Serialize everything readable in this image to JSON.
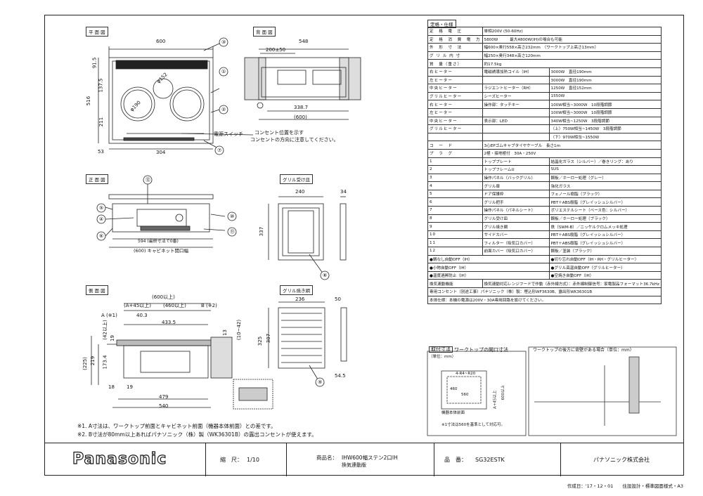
{
  "views": {
    "plan": "平 面 図",
    "back": "背 面 図",
    "front": "正 面 図",
    "grill_tray": "グリル受け皿",
    "side": "側 面 図",
    "grill_drawer": "グリル焼き網"
  },
  "dims": {
    "w600": "600",
    "w548": "548",
    "d516": "516",
    "d91_5": "91.5",
    "d137_5": "137.5",
    "d211": "211",
    "d53": "53",
    "d304": "304",
    "phi152": "φ152",
    "phi190": "φ190",
    "s200": "200±50",
    "s338": "338.7",
    "s600p": "(600)",
    "f594": "594 (最終寸法で0番)",
    "f600": "(600) キャビネット開口幅",
    "g240": "240",
    "g34": "34",
    "g337": "337",
    "side600": "(600以上)",
    "a45": "(A+45以上)",
    "s460": "(460以上)",
    "b2": "B (※2)",
    "a1": "A (※1)",
    "s40": "40.3",
    "s433": "433.5",
    "s13": "13",
    "s10_42": "(10~42)",
    "s42": "(42以上)",
    "s225": "(225)",
    "s219": "219",
    "s173": "173.4",
    "s19": "19",
    "s18": "18",
    "s479": "479",
    "s540": "540",
    "gd236": "236",
    "gd50": "50",
    "gd325": "325",
    "gd307": "307",
    "gd54": "54.5"
  },
  "callouts": [
    "①",
    "②",
    "③",
    "④",
    "⑤",
    "⑥",
    "⑦",
    "⑧",
    "⑨",
    "⑩",
    "⑪",
    "⑫"
  ],
  "annotations": {
    "power_switch": "電源スイッチ",
    "outlet1": "コンセント位置を示す",
    "outlet2": "コンセントの方向に注意してください。"
  },
  "notes": [
    "※1. A寸法は、ワークトップ前面とキャビネット前面（機器本体前面）との差です。",
    "※2. B寸法が80mm以上あればパナソニック（株）製（WK36301B）の露出コンセントが使えます。"
  ],
  "spec": {
    "title": "定格・仕様",
    "rows": [
      [
        "定　格　電　圧",
        "単相200V (50-60Hz)"
      ],
      [
        "定　格　消　費　電　力",
        "5800W　　　最大4800W(IH)の場合も可能"
      ],
      [
        "外　形　寸　法",
        "幅600×奥行558×高さ232mm　（ワークトップ上高さ13mm）"
      ],
      [
        "グ リ ル 内 寸",
        "幅250×奥行348×高さ120mm"
      ],
      [
        "質　量（重さ）",
        "約17.5kg"
      ],
      [
        "右ヒーター",
        "電磁誘導加熱コイル（IH）",
        "3000W　直径190mm"
      ],
      [
        "左ヒーター",
        "",
        "3000W　直径190mm"
      ],
      [
        "中央ヒーター",
        "ラジエントヒーター（RH）",
        "1250W　直径152mm"
      ],
      [
        "グリルヒーター",
        "シーズヒーター",
        "1550W"
      ],
      [
        "右ヒーター",
        "操作部：タッチキー",
        "100W相当~3000W　10段階調節"
      ],
      [
        "左ヒーター",
        "",
        "100W相当~3000W　10段階調節"
      ],
      [
        "中央ヒーター",
        "表示部：LED",
        "340W相当~1250W　3段階調節"
      ],
      [
        "グリルヒーター",
        "",
        "（上）750W相当~1450W　3段階調節"
      ],
      [
        "",
        "",
        "（下）970W相当~1550W"
      ],
      [
        "コ　ー　ド",
        "3心EPゴムキャブタイヤケーブル　長さ1m"
      ],
      [
        "プ　ラ　グ",
        "2極・接地極付　30A・250V"
      ],
      [
        "1",
        "トッププレート",
        "結晶化ガラス（シルバー）／巻きリング：あり"
      ],
      [
        "2",
        "トップフレームU",
        "SUS"
      ],
      [
        "3",
        "操作パネル（バックグリル）",
        "鋼板／ホーロー処理（グレー）"
      ],
      [
        "4",
        "グリル扉",
        "強化ガラス"
      ],
      [
        "5",
        "ドア保護枠",
        "フェノール樹脂（ブラック）"
      ],
      [
        "6",
        "グリル把手",
        "PBT＋ABS樹脂（グレイッシュシルバー）"
      ],
      [
        "7",
        "操作パネル（パネルシート）",
        "ポリエステルシート（ベース色：シルバー）"
      ],
      [
        "8",
        "グリル受け皿",
        "鋼板／ホーロー処理（ブラック）"
      ],
      [
        "9",
        "グリル焼き網",
        "鉄（SWM-B）／ニッケルクロムメッキ処理"
      ],
      [
        "10",
        "サイドカバー",
        "PBT＋ABS樹脂（グレイッシュシルバー）"
      ],
      [
        "11",
        "フィルター（吸気口カバー）",
        "PBT＋ABS樹脂（グレイッシュシルバー）"
      ],
      [
        "12",
        "前面カバー（吸気口カバー）",
        "鋼板／塗装（ブラック）"
      ]
    ],
    "safety": [
      "●鍋なし自動OFF（IH）",
      "●切り忘れ自動OFF（IH・RH・グリルヒーター）",
      "●小物自動OFF（IH）",
      "●グリル高温自動OFF（グリルヒーター）",
      "●温度過昇防止（IH）",
      "●空焼き自動OFF（IH）"
    ],
    "linked": "換気連動機能",
    "linked_v": "換気連動対応レンジフードで作動（赤外線方式）：赤外線制御信号：家電製品フォーマット36.7kHz",
    "outlet": "専用コンセント（別途工事）パナソニック（株）製：埋込形WF3630B、露出形WK36301B",
    "power": "本体仕様：本機の電源は200V・30A専用回路を設けてください。"
  },
  "install": {
    "title": "取付寸法",
    "unit": "（単位：mm）",
    "cut": "ワークトップの開口寸法",
    "back_wall": "ワークトップの後方に背壁がある場合（単位：mm）",
    "r": "4-R4~R20",
    "d460": "460",
    "d560": "560",
    "d600": "600以上",
    "a45": "A+45以上",
    "front": "機器本体前面",
    "n1": "※1寸法は560を基準として対応可。"
  },
  "title_block": {
    "brand": "Panasonic",
    "scale_label": "縮　尺：",
    "scale": "1/10",
    "product_label": "商品名：",
    "product": "IHW600幅ステン2口IH",
    "product2": "換気連動版",
    "model_label": "品　番：",
    "model": "SG32ESTK",
    "company": "パナソニック株式会社",
    "date": "作成日：'17・12・01　　住設設計・標準図面様式・A3"
  }
}
